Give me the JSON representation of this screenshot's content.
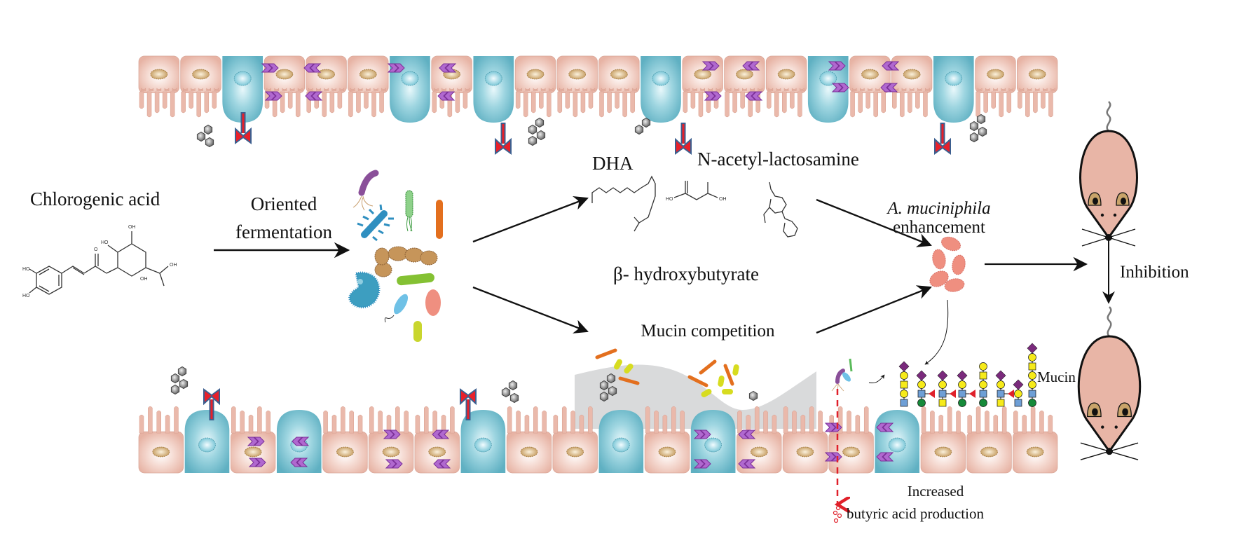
{
  "figure": {
    "type": "graphical-abstract",
    "subject": "Chlorogenic acid oriented fermentation and Akkermansia muciniphila enhancement"
  },
  "labels": {
    "chlorogenic_acid": "Chlorogenic acid",
    "oriented_line1": "Oriented",
    "oriented_line2": "fermentation",
    "dha": "DHA",
    "n_acetyl_lactosamine": "N-acetyl-lactosamine",
    "beta_hydroxybutyrate": "β- hydroxybutyrate",
    "muciniphila_line1": "A. muciniphila",
    "muciniphila_line2": "enhancement",
    "mucin_competition": "Mucin competition",
    "inhibition": "Inhibition",
    "mucin": "Mucin",
    "increased": "Increased",
    "butyric_acid_production": "butyric acid production"
  },
  "molecule_atoms": {
    "hydroxyl": "OH",
    "ho": "HO",
    "oxygen": "O"
  },
  "nodes": [
    {
      "id": "chlorogenic-acid",
      "kind": "compound"
    },
    {
      "id": "gut-microbiota",
      "kind": "bacteria-cluster"
    },
    {
      "id": "metabolites",
      "kind": "compounds",
      "items": [
        "DHA",
        "N-acetyl-lactosamine",
        "β- hydroxybutyrate"
      ]
    },
    {
      "id": "mucin-competition",
      "kind": "process"
    },
    {
      "id": "a-muciniphila",
      "kind": "bacteria"
    },
    {
      "id": "mouse-before",
      "kind": "animal"
    },
    {
      "id": "mouse-after",
      "kind": "animal"
    }
  ],
  "edges": [
    {
      "from": "chlorogenic-acid",
      "to": "gut-microbiota",
      "label": "Oriented fermentation"
    },
    {
      "from": "gut-microbiota",
      "to": "metabolites"
    },
    {
      "from": "gut-microbiota",
      "to": "mucin-competition"
    },
    {
      "from": "metabolites",
      "to": "a-muciniphila"
    },
    {
      "from": "mucin-competition",
      "to": "a-muciniphila"
    },
    {
      "from": "a-muciniphila",
      "to": "mouse-before"
    },
    {
      "from": "mouse-before",
      "to": "mouse-after",
      "label": "Inhibition"
    },
    {
      "from": "a-muciniphila",
      "to": "mucin",
      "style": "curved-thin"
    }
  ],
  "epithelium": {
    "top_cells": [
      "e",
      "e",
      "g",
      "e",
      "e",
      "e",
      "g",
      "e",
      "g",
      "e",
      "e",
      "e",
      "g",
      "e",
      "e",
      "e",
      "g",
      "e",
      "e",
      "g",
      "e",
      "e"
    ],
    "bottom_cells": [
      "e",
      "g",
      "e",
      "g",
      "e",
      "e",
      "e",
      "g",
      "e",
      "e",
      "g",
      "e",
      "g",
      "e",
      "e",
      "e",
      "g",
      "e",
      "e",
      "e"
    ]
  },
  "colors": {
    "enterocyte": "#eab9ab",
    "goblet": "#6fb8c8",
    "nucleus": "#c9a26a",
    "junction": "#a45ec4",
    "receptor_red": "#e8202a",
    "receptor_blue": "#3d5f8f",
    "mucus": "#d9dadb",
    "muciniphila": "#ef8f80",
    "mouse_body": "#e8b5a6",
    "arrow": "#111111",
    "butyrate_dashed": "#e0202a"
  }
}
